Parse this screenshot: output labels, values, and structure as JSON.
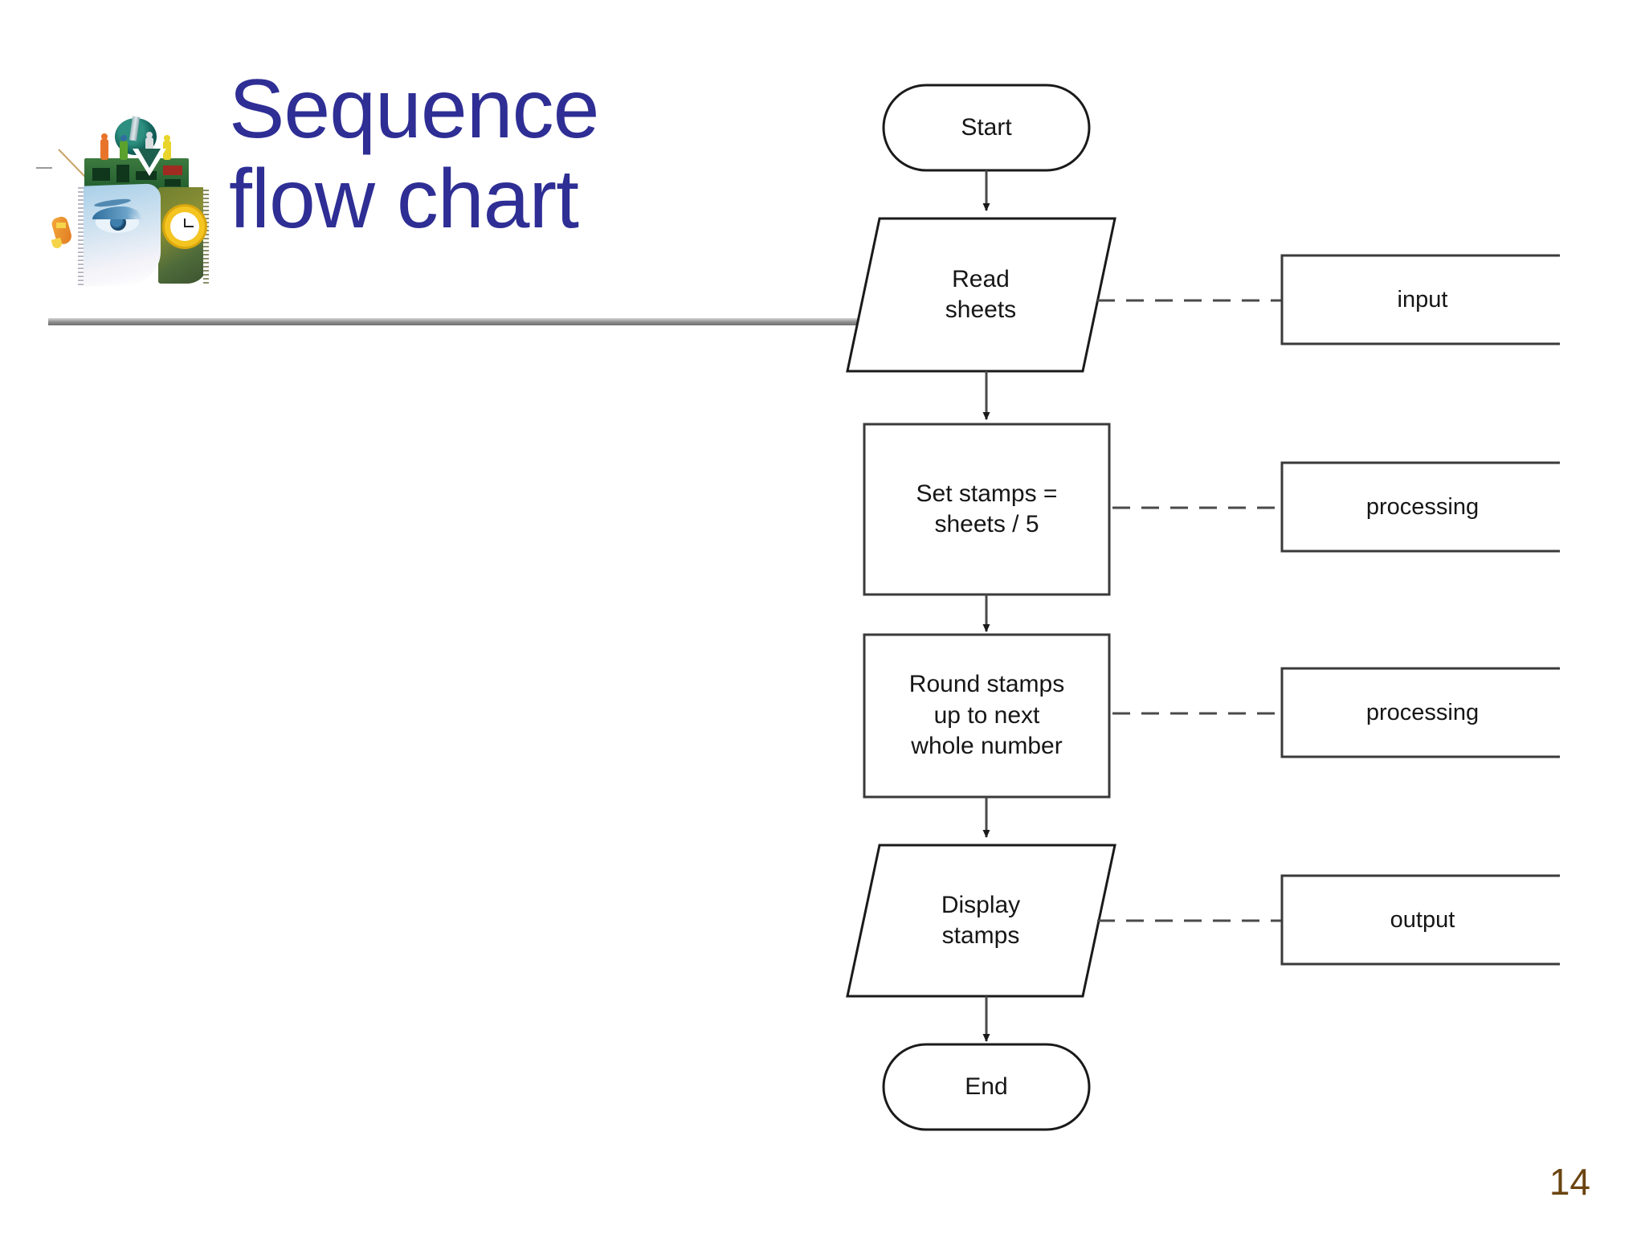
{
  "slide": {
    "title": "Sequence\nflow chart",
    "title_color": "#2E2E95",
    "page_number": "14",
    "page_number_color": "#6B4410",
    "rule_color": "#8C8C8C"
  },
  "logo": {
    "name": "collage-head-circuit-clock-image",
    "description": "decorative collage of a human profile, circuit board, clock and small figures"
  },
  "chart_data": {
    "type": "diagram",
    "title": "Sequence flow chart",
    "diagram_kind": "flowchart",
    "orientation": "top-to-bottom",
    "nodes": [
      {
        "id": "start",
        "shape": "terminal",
        "label": "Start",
        "category": ""
      },
      {
        "id": "read",
        "shape": "parallelogram",
        "label": "Read\nsheets",
        "category": "input"
      },
      {
        "id": "setdiv",
        "shape": "rectangle",
        "label": "Set stamps =\nsheets / 5",
        "category": "processing"
      },
      {
        "id": "roundup",
        "shape": "rectangle",
        "label": "Round stamps\nup to next\nwhole number",
        "category": "processing"
      },
      {
        "id": "display",
        "shape": "parallelogram",
        "label": "Display\nstamps",
        "category": "output"
      },
      {
        "id": "end",
        "shape": "terminal",
        "label": "End",
        "category": ""
      }
    ],
    "edges": [
      {
        "from": "start",
        "to": "read",
        "style": "solid-arrow"
      },
      {
        "from": "read",
        "to": "setdiv",
        "style": "solid-arrow"
      },
      {
        "from": "setdiv",
        "to": "roundup",
        "style": "solid-arrow"
      },
      {
        "from": "roundup",
        "to": "display",
        "style": "solid-arrow"
      },
      {
        "from": "display",
        "to": "end",
        "style": "solid-arrow"
      }
    ],
    "annotations": [
      {
        "id": "tag-input",
        "label": "input",
        "attached_to": "read",
        "style": "dashed-leader"
      },
      {
        "id": "tag-processing-1",
        "label": "processing",
        "attached_to": "setdiv",
        "style": "dashed-leader"
      },
      {
        "id": "tag-processing-2",
        "label": "processing",
        "attached_to": "roundup",
        "style": "dashed-leader"
      },
      {
        "id": "tag-output",
        "label": "output",
        "attached_to": "display",
        "style": "dashed-leader"
      }
    ],
    "node_labels": {
      "start": "Start",
      "read": "Read\nsheets",
      "setdiv": "Set stamps =\nsheets / 5",
      "roundup": "Round stamps\nup to next\nwhole number",
      "display": "Display\nstamps",
      "end": "End"
    },
    "annotation_labels": {
      "input": "input",
      "processing_1": "processing",
      "processing_2": "processing",
      "output": "output"
    },
    "stroke_color": "#1A1A1A",
    "fill_color": "#FFFFFF"
  }
}
